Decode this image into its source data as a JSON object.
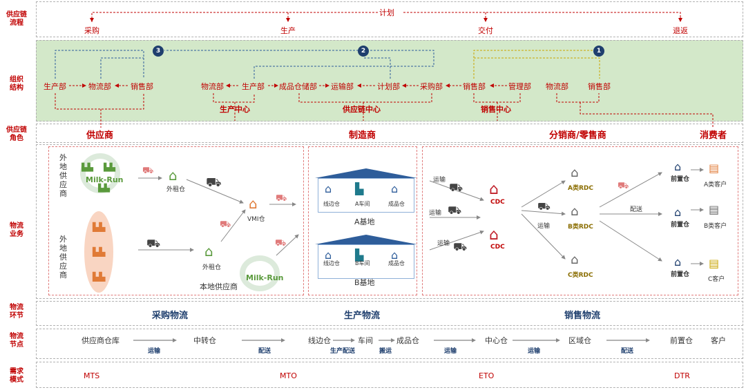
{
  "row_labels": {
    "process": "供应链\n流程",
    "org": "组织\n结构",
    "role": "供应链\n角色",
    "ops": "物流\n业务",
    "link": "物流\n环节",
    "node": "物流\n节点",
    "demand": "需求\n模式"
  },
  "process": {
    "plan": "计划",
    "steps": [
      "采购",
      "生产",
      "交付",
      "退返"
    ]
  },
  "org": {
    "badges": [
      "3",
      "2",
      "1"
    ],
    "units": [
      "生产部",
      "物流部",
      "销售部",
      "物流部",
      "生产部",
      "成品仓储部",
      "运输部",
      "计划部",
      "采购部",
      "销售部",
      "管理部",
      "物流部",
      "销售部"
    ],
    "centers": [
      "生产中心",
      "供应链中心",
      "销售中心"
    ]
  },
  "roles": [
    "供应商",
    "制造商",
    "分销商/零售商",
    "消费者"
  ],
  "ops": {
    "remote_supplier": "外地供应商",
    "remote_supplier2": "外地供应商",
    "milk_run": "Milk-Run",
    "rental_wh": "外租仓",
    "rental_wh2": "外租仓",
    "vmi": "VMI仓",
    "local_supplier": "本地供应商",
    "site_a": {
      "name": "A基地",
      "line": "线边仓",
      "workshop": "A车间",
      "fg": "成品仓"
    },
    "site_b": {
      "name": "B基地",
      "line": "线边仓",
      "workshop": "B车间",
      "fg": "成品仓"
    },
    "transport": "运输",
    "cdc": "CDC",
    "rdc": [
      "A类RDC",
      "B类RDC",
      "C类RDC"
    ],
    "delivery": "配送",
    "front_wh": "前置仓",
    "customers": [
      "A类客户",
      "B类客户",
      "C客户"
    ]
  },
  "links": [
    "采购物流",
    "生产物流",
    "销售物流"
  ],
  "nodes": {
    "names": [
      "供应商仓库",
      "中转仓",
      "线边仓",
      "车间",
      "成品仓",
      "中心仓",
      "区域仓",
      "前置仓",
      "客户"
    ],
    "edges": [
      "运输",
      "配送",
      "生产配送",
      "搬运",
      "运输",
      "运输",
      "配送"
    ]
  },
  "demand": [
    "MTS",
    "MTO",
    "ETO",
    "DTR"
  ],
  "colors": {
    "accent": "#c00000",
    "org_band": "#d3e8c9",
    "badge": "#1f3f6e",
    "warehouse_green": "#5a9a3c",
    "factory_orange": "#e07a36",
    "cdc_red": "#c0202a",
    "truck": "#555555",
    "milkrun_green": "#5a9a3c"
  }
}
